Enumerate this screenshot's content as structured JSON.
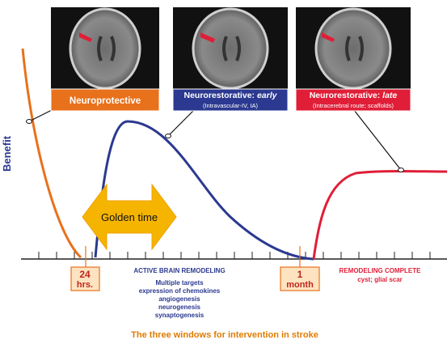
{
  "axis": {
    "ylabel": "Benefit"
  },
  "colors": {
    "orange": "#e8711c",
    "blue": "#2b3990",
    "red": "#e01e37",
    "gold": "#f5b400",
    "time_box_fill": "#fde3c0",
    "footer": "#e07b00"
  },
  "panels": [
    {
      "title": "Neuroprotective",
      "subtitle": "",
      "color": "#e8711c"
    },
    {
      "title": "Neurorestorative: ",
      "title_em": "early",
      "subtitle": "(Intravascular-IV, IA)",
      "color": "#2b3990"
    },
    {
      "title": "Neurorestorative: ",
      "title_em": "late",
      "subtitle": "(Intracerebral route; scaffolds)",
      "color": "#e01e37"
    }
  ],
  "golden_time": {
    "label": "Golden time"
  },
  "time_markers": [
    {
      "line1": "24",
      "line2": "hrs."
    },
    {
      "line1": "1",
      "line2": "month"
    }
  ],
  "active_remodeling": {
    "title": "ACTIVE BRAIN REMODELING",
    "items": [
      "Multiple targets",
      "expression of chemokines",
      "angiogenesis",
      "neurogenesis",
      "synaptogenesis"
    ]
  },
  "remodeling_complete": {
    "title": "REMODELING COMPLETE",
    "subtitle": "cyst; glial scar"
  },
  "footer": {
    "caption": "The three windows for intervention in stroke"
  }
}
